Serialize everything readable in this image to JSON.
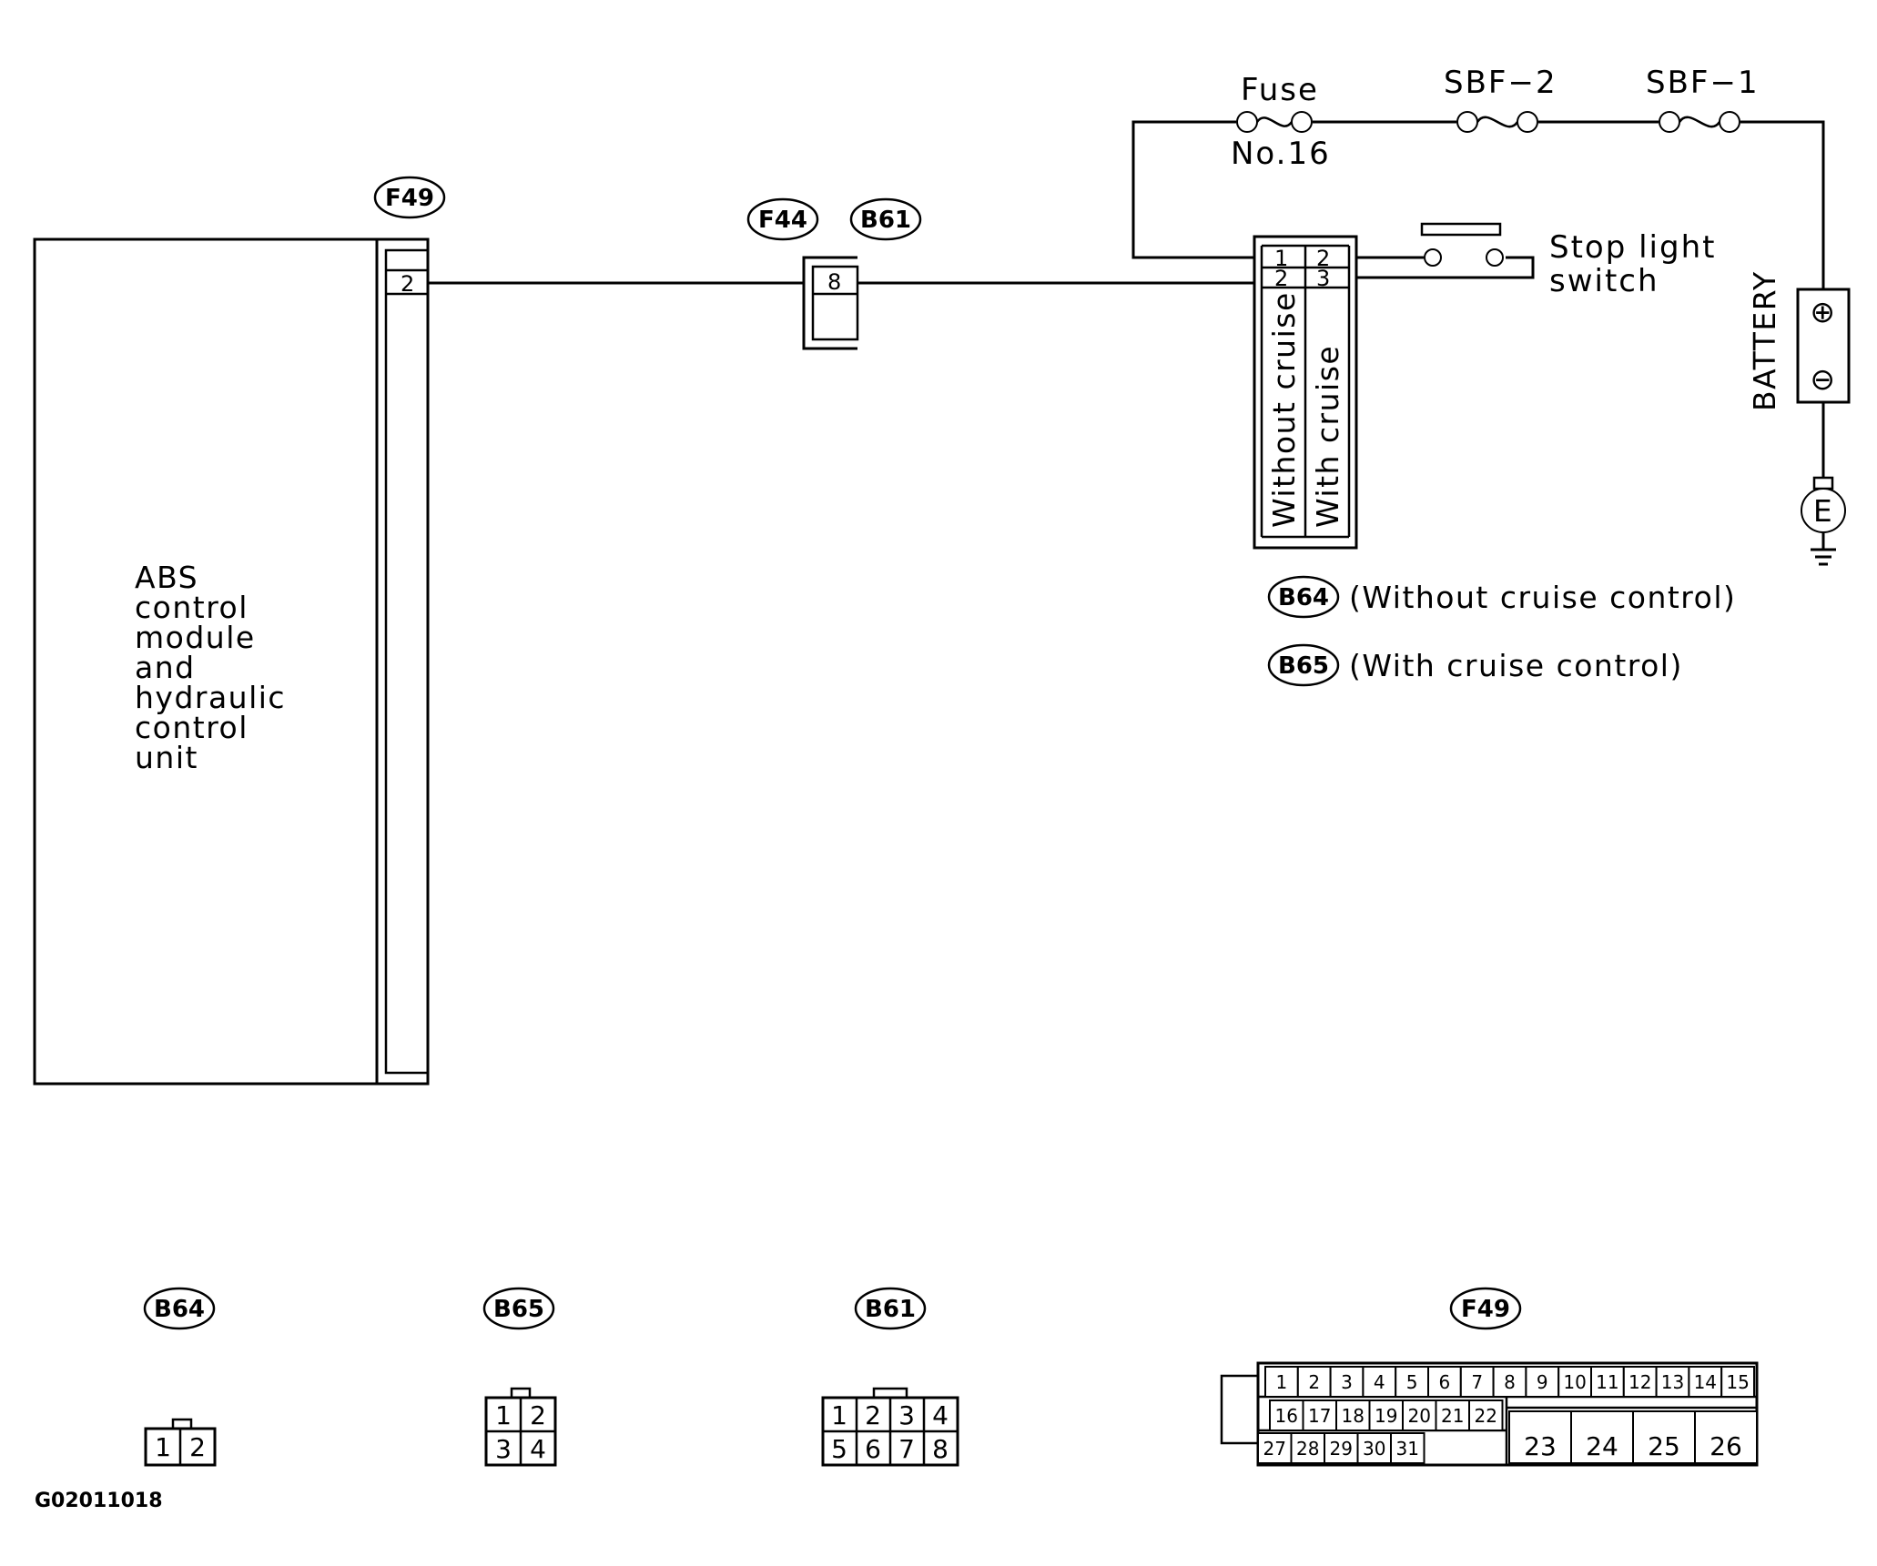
{
  "labels": {
    "fuse": "Fuse",
    "fuse_no": "No.16",
    "sbf2": "SBF−2",
    "sbf1": "SBF−1",
    "stop_light_switch_line1": "Stop light",
    "stop_light_switch_line2": "switch",
    "battery": "BATTERY",
    "ground": "E",
    "without_cruise": "Without cruise",
    "with_cruise": "With cruise",
    "b64_note": "(Without cruise control)",
    "b65_note": "(With cruise control)",
    "abs_lines": [
      "ABS",
      "control",
      "module",
      "and",
      "hydraulic",
      "control",
      "unit"
    ],
    "figure_code": "G02011018"
  },
  "connector_tags": {
    "f49_top": "F49",
    "f44": "F44",
    "b61_top": "B61",
    "b64_note": "B64",
    "b65_note": "B65",
    "b64_bottom": "B64",
    "b65_bottom": "B65",
    "b61_bottom": "B61",
    "f49_bottom": "F49"
  },
  "pins": {
    "f49_abs_pin": "2",
    "f44_b61_pin": "8",
    "stop_switch_without_cruise": [
      "1",
      "2"
    ],
    "stop_switch_with_cruise": [
      "2",
      "3"
    ],
    "b64_face": [
      "1",
      "2"
    ],
    "b65_face": [
      "1",
      "2",
      "3",
      "4"
    ],
    "b61_face": [
      "1",
      "2",
      "3",
      "4",
      "5",
      "6",
      "7",
      "8"
    ],
    "f49_face_row1": [
      "1",
      "2",
      "3",
      "4",
      "5",
      "6",
      "7",
      "8",
      "9",
      "10",
      "11",
      "12",
      "13",
      "14",
      "15"
    ],
    "f49_face_row2": [
      "16",
      "17",
      "18",
      "19",
      "20",
      "21",
      "22"
    ],
    "f49_face_row3": [
      "27",
      "28",
      "29",
      "30",
      "31"
    ],
    "f49_face_large": [
      "23",
      "24",
      "25",
      "26"
    ]
  },
  "symbols": {
    "battery_positive": "⊕",
    "battery_negative": "⊖"
  }
}
